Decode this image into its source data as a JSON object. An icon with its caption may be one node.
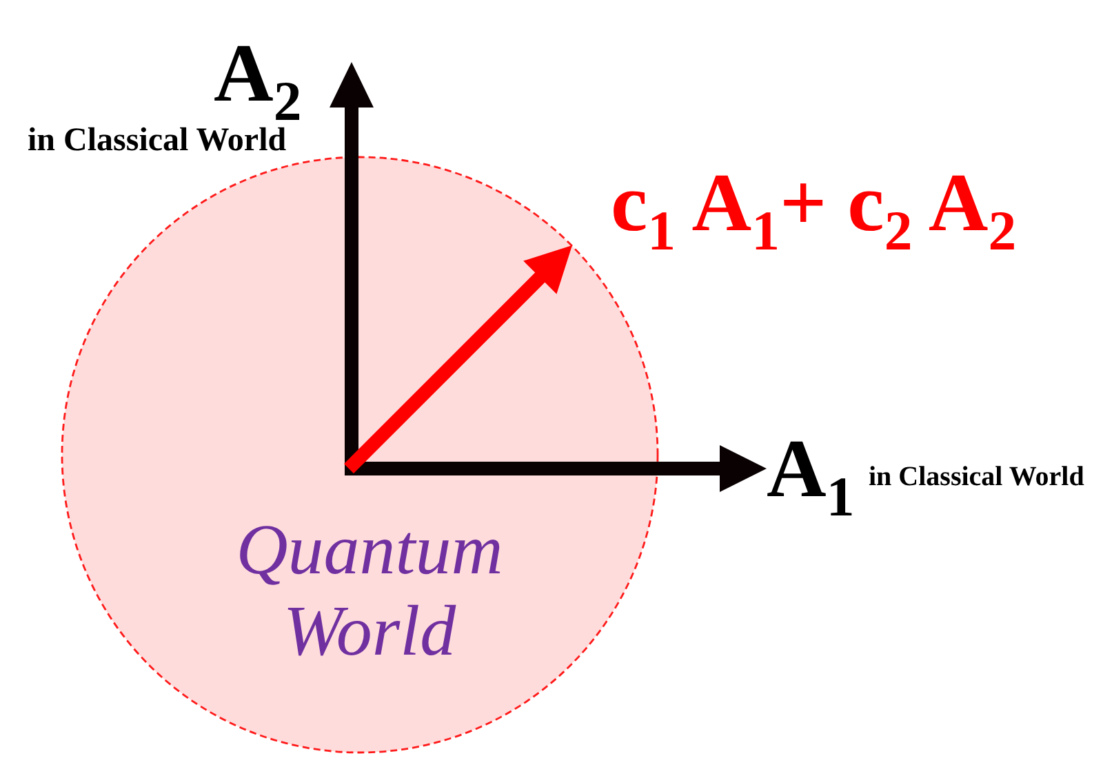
{
  "diagram": {
    "nodes": [
      {
        "text": [
          "Quantum World"
        ]
      }
    ],
    "labels": [
      "A$_{2}$",
      "in Classical World",
      "c$_{1}$ A$_{1}$+ c$_{2}$ A$_{2}$",
      "A$_{1}$",
      "in Classical World"
    ]
  }
}
